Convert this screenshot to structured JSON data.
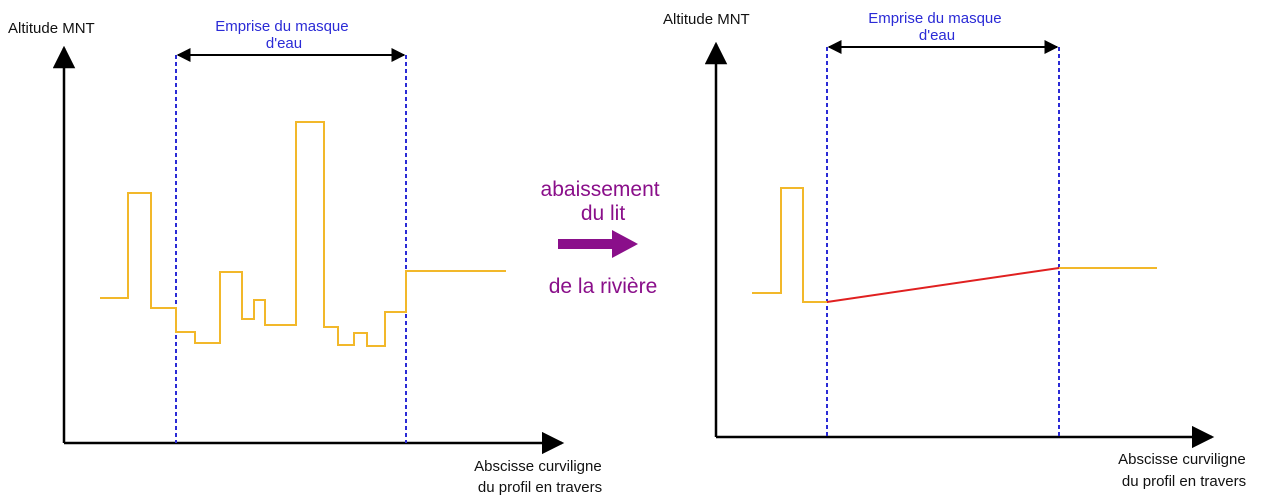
{
  "colors": {
    "axis": "#000000",
    "profile": "#f2b82a",
    "corrected": "#e02020",
    "mask": "#2b2bd6",
    "transition": "#8a0f8a",
    "text": "#111111"
  },
  "left_panel": {
    "y_axis_label": "Altitude MNT",
    "x_axis_label_line1": "Abscisse curviligne",
    "x_axis_label_line2": "du profil en travers",
    "mask_label_line1": "Emprise du masque",
    "mask_label_line2": "d'eau"
  },
  "right_panel": {
    "y_axis_label": "Altitude MNT",
    "x_axis_label_line1": "Abscisse curviligne",
    "x_axis_label_line2": "du profil en travers",
    "mask_label_line1": "Emprise du masque",
    "mask_label_line2": "d'eau"
  },
  "transition": {
    "line1": "abaissement",
    "line2": "du lit",
    "line3": "de la rivière"
  },
  "icons": {
    "arrow": "right-arrow-icon"
  }
}
